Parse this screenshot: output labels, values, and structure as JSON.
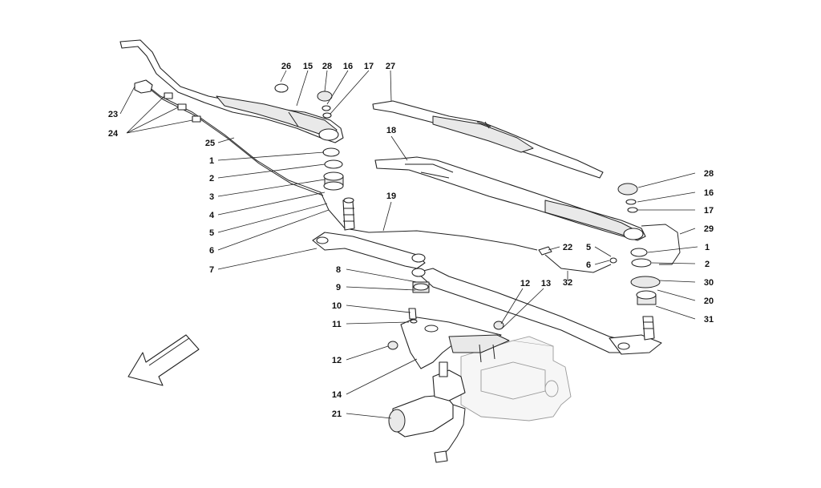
{
  "callouts": [
    {
      "id": "26",
      "text": "26"
    },
    {
      "id": "15",
      "text": "15"
    },
    {
      "id": "28a",
      "text": "28"
    },
    {
      "id": "16a",
      "text": "16"
    },
    {
      "id": "17a",
      "text": "17"
    },
    {
      "id": "27",
      "text": "27"
    },
    {
      "id": "23",
      "text": "23"
    },
    {
      "id": "24",
      "text": "24"
    },
    {
      "id": "25",
      "text": "25"
    },
    {
      "id": "1a",
      "text": "1"
    },
    {
      "id": "2a",
      "text": "2"
    },
    {
      "id": "3",
      "text": "3"
    },
    {
      "id": "4",
      "text": "4"
    },
    {
      "id": "5a",
      "text": "5"
    },
    {
      "id": "6a",
      "text": "6"
    },
    {
      "id": "7",
      "text": "7"
    },
    {
      "id": "18",
      "text": "18"
    },
    {
      "id": "19",
      "text": "19"
    },
    {
      "id": "28b",
      "text": "28"
    },
    {
      "id": "16b",
      "text": "16"
    },
    {
      "id": "17b",
      "text": "17"
    },
    {
      "id": "29",
      "text": "29"
    },
    {
      "id": "22",
      "text": "22"
    },
    {
      "id": "5b",
      "text": "5"
    },
    {
      "id": "1b",
      "text": "1"
    },
    {
      "id": "6b",
      "text": "6"
    },
    {
      "id": "2b",
      "text": "2"
    },
    {
      "id": "32",
      "text": "32"
    },
    {
      "id": "30",
      "text": "30"
    },
    {
      "id": "20",
      "text": "20"
    },
    {
      "id": "31",
      "text": "31"
    },
    {
      "id": "8",
      "text": "8"
    },
    {
      "id": "9",
      "text": "9"
    },
    {
      "id": "10",
      "text": "10"
    },
    {
      "id": "11",
      "text": "11"
    },
    {
      "id": "12a",
      "text": "12"
    },
    {
      "id": "13",
      "text": "13"
    },
    {
      "id": "12b",
      "text": "12"
    },
    {
      "id": "14",
      "text": "14"
    },
    {
      "id": "21",
      "text": "21"
    }
  ],
  "colors": {
    "ink": "#222222",
    "background": "#ffffff",
    "fill": "#e9e9e9"
  },
  "icons": {
    "direction_arrow": "arrow-down-left-icon"
  }
}
